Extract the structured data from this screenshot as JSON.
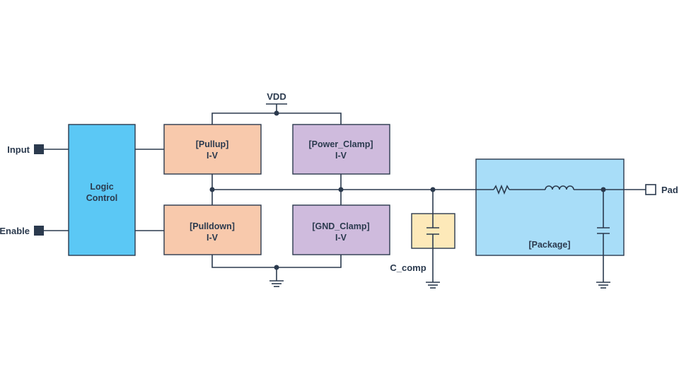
{
  "pins": {
    "input": "Input",
    "enable": "Enable",
    "pad": "Pad"
  },
  "rails": {
    "vdd": "VDD"
  },
  "blocks": {
    "logic": {
      "line1": "Logic",
      "line2": "Control"
    },
    "pullup": {
      "line1": "[Pullup]",
      "line2": "I-V"
    },
    "pulldown": {
      "line1": "[Pulldown]",
      "line2": "I-V"
    },
    "power_clamp": {
      "line1": "[Power_Clamp]",
      "line2": "I-V"
    },
    "gnd_clamp": {
      "line1": "[GND_Clamp]",
      "line2": "I-V"
    },
    "package": {
      "label": "[Package]"
    },
    "c_comp": {
      "label": "C_comp"
    }
  },
  "colors": {
    "logic": "#5bc8f5",
    "pull": "#f8c9ac",
    "clamp": "#cfbbdd",
    "c_comp": "#fde9b9",
    "package": "#a8ddf8",
    "line": "#2b3a4e"
  }
}
